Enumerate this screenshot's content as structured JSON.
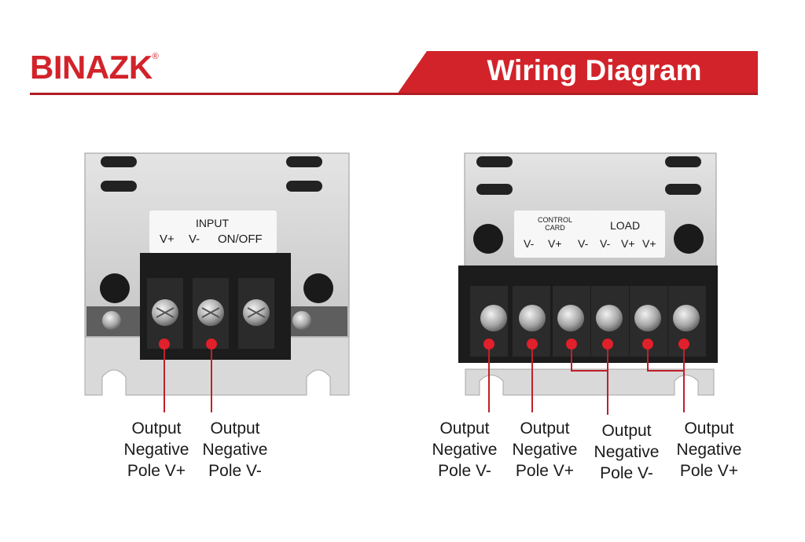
{
  "brand": {
    "name": "BINAZK",
    "mark": "®",
    "color": "#d2232a"
  },
  "header": {
    "title": "Wiring Diagram"
  },
  "left_unit": {
    "group_label": "INPUT",
    "terminals": [
      "V+",
      "V-",
      "ON/OFF"
    ],
    "outputs": [
      {
        "line1": "Output",
        "line2": "Negative",
        "line3": "Pole V+"
      },
      {
        "line1": "Output",
        "line2": "Negative",
        "line3": "Pole V-"
      }
    ]
  },
  "right_unit": {
    "control_label_1": "CONTROL",
    "control_label_2": "CARD",
    "load_label": "LOAD",
    "terminals": [
      "V-",
      "V+",
      "V-",
      "V-",
      "V+",
      "V+"
    ],
    "outputs": [
      {
        "line1": "Output",
        "line2": "Negative",
        "line3": "Pole V-"
      },
      {
        "line1": "Output",
        "line2": "Negative",
        "line3": "Pole V+"
      },
      {
        "line1": "Output",
        "line2": "Negative",
        "line3": "Pole V-"
      },
      {
        "line1": "Output",
        "line2": "Negative",
        "line3": "Pole V+"
      }
    ]
  },
  "colors": {
    "accent": "#d2232a",
    "wire": "#c0202a",
    "metal": "#d4d4d4",
    "terminal": "#1c1c1c"
  }
}
